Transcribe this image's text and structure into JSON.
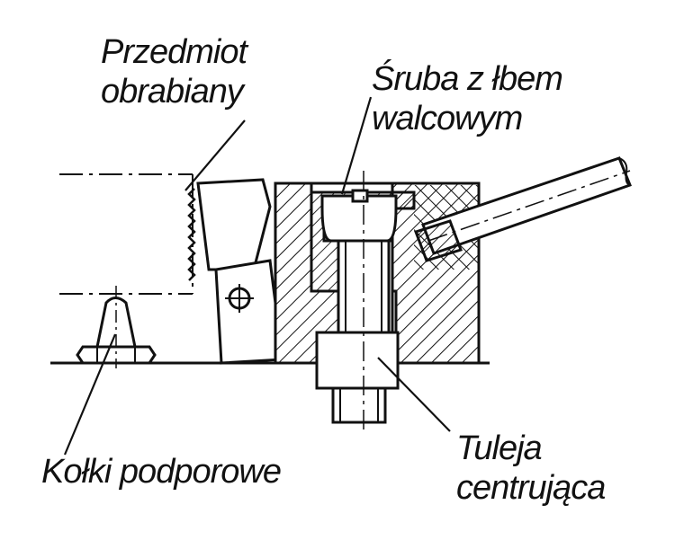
{
  "colors": {
    "line": "#111111",
    "background": "#ffffff"
  },
  "labels": {
    "workpiece": {
      "line1": "Przedmiot",
      "line2": "obrabiany"
    },
    "screw": {
      "line1": "Śruba z łbem",
      "line2": "walcowym"
    },
    "support_pins": {
      "line1": "Kołki podporowe"
    },
    "centering_sleeve": {
      "line1": "Tuleja",
      "line2": "centrująca"
    }
  }
}
